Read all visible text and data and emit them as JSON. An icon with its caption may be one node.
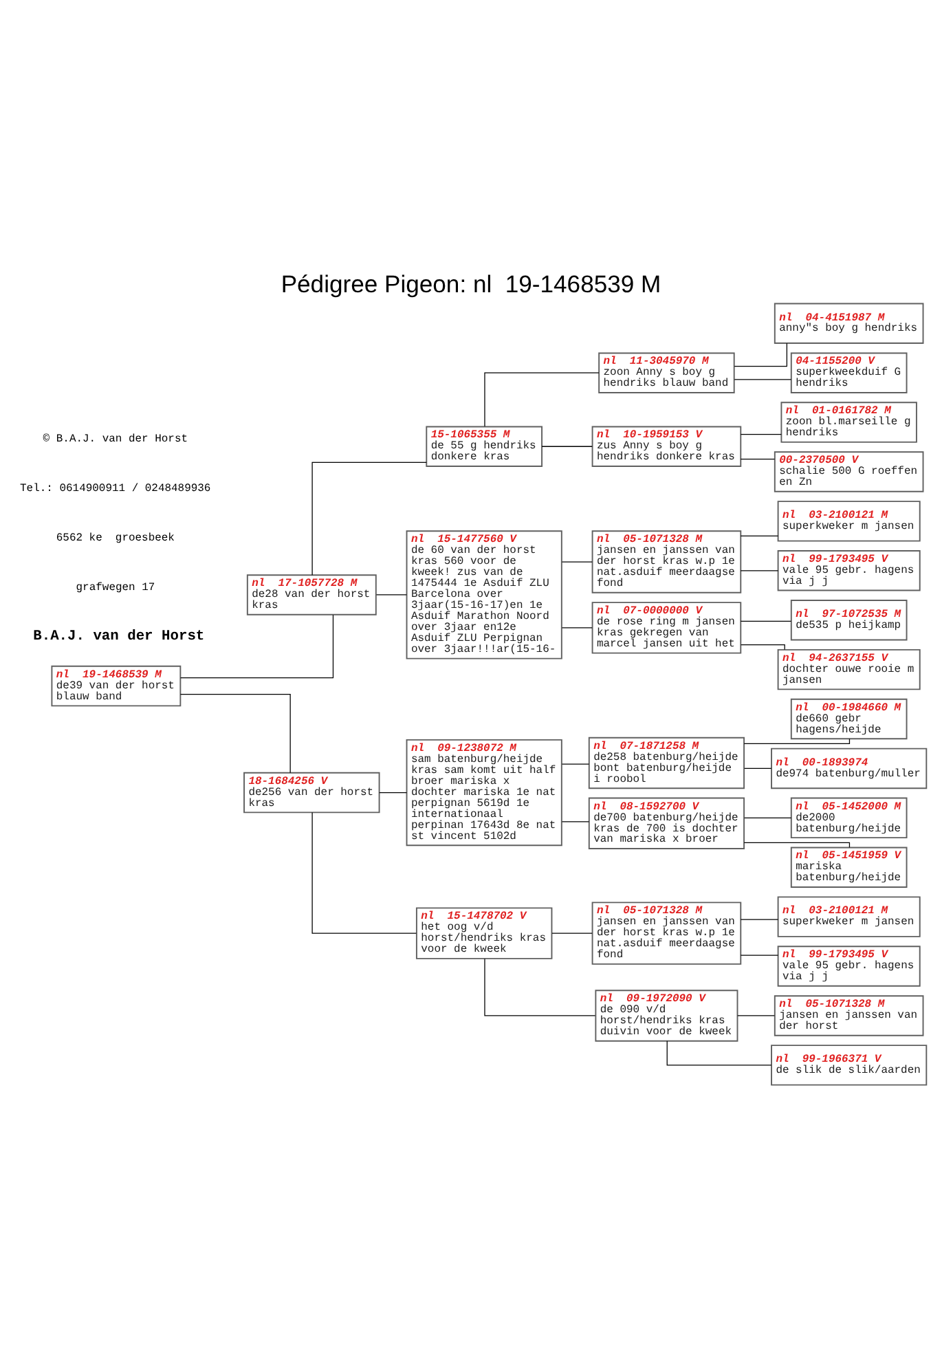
{
  "diagram": {
    "title": "Pédigree Pigeon: nl  19-1468539 M",
    "nodes": [
      {
        "text": [
          "nl  19-1468539 M",
          "de39 van der horst blauw band"
        ]
      },
      {
        "text": [
          "nl  17-1057728 M",
          "de28 van der horst kras"
        ]
      },
      {
        "text": [
          "18-1684256 V",
          "de256 van der horst kras"
        ]
      },
      {
        "text": [
          "15-1065355 M",
          "de 55 g hendriks donkere kras"
        ]
      },
      {
        "text": [
          "nl  15-1477560 V",
          "de 60 van der horst kras 560 voor de kweek! zus van de 1475444 1e Asduif ZLU Barcelona over 3jaar(15-16-17)en 1e Asduif Marathon Noord over 3jaar en12e Asduif ZLU Perpignan over 3jaar!!!ar(15-16-"
        ]
      },
      {
        "text": [
          "nl  09-1238072 M",
          "sam batenburg/heijde kras sam komt uit half broer mariska x dochter mariska 1e nat perpignan 5619d 1e internationaal perpinan 17643d 8e nat st vincent 5102d"
        ]
      },
      {
        "text": [
          "nl  15-1478702 V",
          "het oog v/d horst/hendriks kras voor de kweek"
        ]
      },
      {
        "text": [
          "nl  11-3045970 M",
          "zoon Anny s boy g hendriks blauw band"
        ]
      },
      {
        "text": [
          "nl  10-1959153 V",
          "zus Anny s boy g hendriks donkere kras"
        ]
      },
      {
        "text": [
          "nl  05-1071328 M",
          "jansen en janssen van der horst kras w.p 1e nat.asduif meerdaagse fond"
        ]
      },
      {
        "text": [
          "nl  07-0000000 V",
          "de rose ring m jansen kras gekregen van marcel jansen uit het"
        ]
      },
      {
        "text": [
          "nl  07-1871258 M",
          "de258 batenburg/heijde bont batenburg/heijde i roobol"
        ]
      },
      {
        "text": [
          "nl  08-1592700 V",
          "de700 batenburg/heijde kras de 700 is dochter van mariska x broer"
        ]
      },
      {
        "text": [
          "nl  05-1071328 M",
          "jansen en janssen van der horst kras w.p 1e nat.asduif meerdaagse fond"
        ]
      },
      {
        "text": [
          "nl  09-1972090 V",
          "de 090 v/d horst/hendriks kras duivin voor de kweek"
        ]
      },
      {
        "text": [
          "nl  04-4151987 M",
          "anny\"s boy g hendriks"
        ]
      },
      {
        "text": [
          "04-1155200 V",
          "superkweekduif G hendriks"
        ]
      },
      {
        "text": [
          "nl  01-0161782 M",
          "zoon bl.marseille g hendriks"
        ]
      },
      {
        "text": [
          "00-2370500 V",
          "schalie 500 G roeffen en Zn"
        ]
      },
      {
        "text": [
          "nl  03-2100121 M",
          "superkweker m jansen"
        ]
      },
      {
        "text": [
          "nl  99-1793495 V",
          "vale 95 gebr. hagens via j j"
        ]
      },
      {
        "text": [
          "nl  97-1072535 M",
          "de535 p heijkamp"
        ]
      },
      {
        "text": [
          "nl  94-2637155 V",
          "dochter ouwe rooie m jansen"
        ]
      },
      {
        "text": [
          "nl  00-1984660 M",
          "de660 gebr hagens/heijde"
        ]
      },
      {
        "text": [
          "nl  00-1893974",
          "de974 batenburg/muller"
        ]
      },
      {
        "text": [
          "nl  05-1452000 M",
          "de2000 batenburg/heijde"
        ]
      },
      {
        "text": [
          "nl  05-1451959 V",
          "mariska batenburg/heijde"
        ]
      },
      {
        "text": [
          "nl  03-2100121 M",
          "superkweker m jansen"
        ]
      },
      {
        "text": [
          "nl  99-1793495 V",
          "vale 95 gebr. hagens via j j"
        ]
      },
      {
        "text": [
          "nl  05-1071328 M",
          "jansen en janssen van der horst"
        ]
      },
      {
        "text": [
          "nl  99-1966371 V",
          "de slik de slik/aarden"
        ]
      }
    ],
    "edges": [
      {
        "from": 0,
        "to": 1,
        "arrow": "none"
      },
      {
        "from": 0,
        "to": 2,
        "arrow": "none"
      },
      {
        "from": 1,
        "to": 3,
        "arrow": "none"
      },
      {
        "from": 1,
        "to": 4,
        "arrow": "none"
      },
      {
        "from": 2,
        "to": 5,
        "arrow": "none"
      },
      {
        "from": 2,
        "to": 6,
        "arrow": "none"
      },
      {
        "from": 3,
        "to": 7,
        "arrow": "none"
      },
      {
        "from": 3,
        "to": 8,
        "arrow": "none"
      },
      {
        "from": 4,
        "to": 9,
        "arrow": "none"
      },
      {
        "from": 4,
        "to": 10,
        "arrow": "none"
      },
      {
        "from": 5,
        "to": 11,
        "arrow": "none"
      },
      {
        "from": 5,
        "to": 12,
        "arrow": "none"
      },
      {
        "from": 6,
        "to": 13,
        "arrow": "none"
      },
      {
        "from": 6,
        "to": 14,
        "arrow": "none"
      },
      {
        "from": 7,
        "to": 15,
        "arrow": "none"
      },
      {
        "from": 7,
        "to": 16,
        "arrow": "none"
      },
      {
        "from": 8,
        "to": 17,
        "arrow": "none"
      },
      {
        "from": 8,
        "to": 18,
        "arrow": "none"
      },
      {
        "from": 9,
        "to": 19,
        "arrow": "none"
      },
      {
        "from": 9,
        "to": 20,
        "arrow": "none"
      },
      {
        "from": 10,
        "to": 21,
        "arrow": "none"
      },
      {
        "from": 10,
        "to": 22,
        "arrow": "none"
      },
      {
        "from": 11,
        "to": 23,
        "arrow": "none"
      },
      {
        "from": 11,
        "to": 24,
        "arrow": "none"
      },
      {
        "from": 12,
        "to": 25,
        "arrow": "none"
      },
      {
        "from": 12,
        "to": 26,
        "arrow": "none"
      },
      {
        "from": 13,
        "to": 27,
        "arrow": "none"
      },
      {
        "from": 13,
        "to": 28,
        "arrow": "none"
      },
      {
        "from": 14,
        "to": 29,
        "arrow": "none"
      },
      {
        "from": 14,
        "to": 30,
        "arrow": "none"
      }
    ],
    "labels": [
      "B.A.J. van der Horst",
      "grafwegen 17",
      "6562 ke  groesbeek",
      "Tel.: 0614900911 / 0248489936",
      "© B.A.J. van der Horst"
    ]
  }
}
